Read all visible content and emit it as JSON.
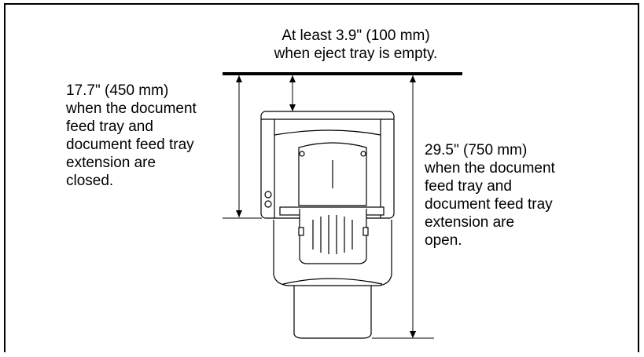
{
  "labels": {
    "top_clearance": "At least 3.9\" (100 mm)\nwhen eject tray is empty.",
    "closed_depth": "17.7\" (450 mm)\nwhen the document\nfeed tray and\ndocument feed tray\nextension are\nclosed.",
    "open_depth": "29.5\" (750 mm)\nwhen the document\nfeed tray and\ndocument feed tray\nextension are\nopen."
  },
  "colors": {
    "line": "#000000",
    "background": "#ffffff"
  }
}
